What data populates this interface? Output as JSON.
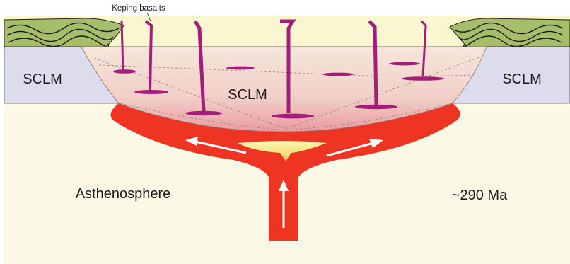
{
  "diagram": {
    "labels": {
      "keping": "Keping basalts",
      "sclm_left": "SCLM",
      "sclm_center": "SCLM",
      "sclm_right": "SCLM",
      "asthenosphere": "Asthenosphere",
      "age": "~290 Ma"
    },
    "colors": {
      "background": "#fbf8e6",
      "crust_green": "#a6bd6a",
      "sclm_lilac": "#dcdcec",
      "mantle_plume": "#ee3524",
      "basalt_magenta": "#a51d7a",
      "melt_yellow": "#f6dc7a"
    }
  }
}
